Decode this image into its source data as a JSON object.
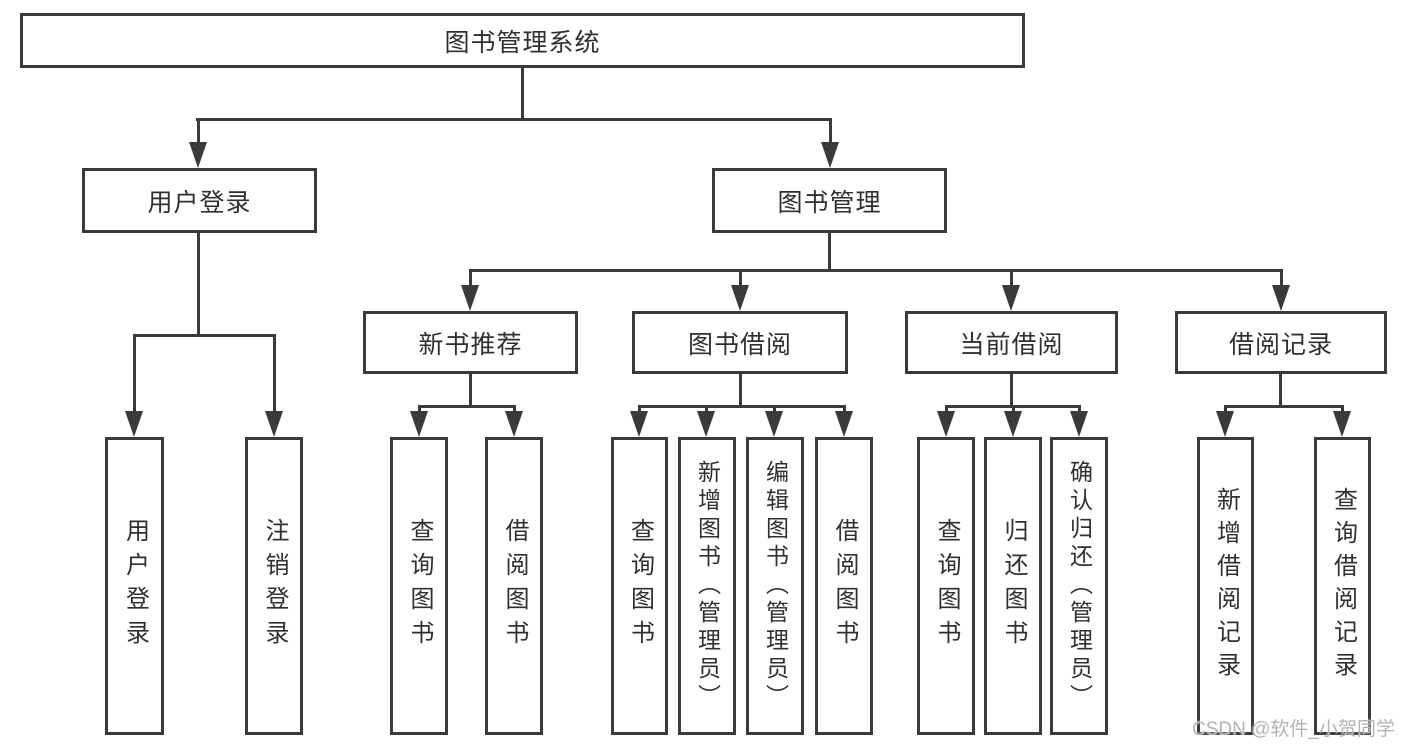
{
  "tree": {
    "root": {
      "label": "图书管理系统"
    },
    "l2": [
      {
        "label": "用户登录",
        "children": [
          {
            "label": "用户登录"
          },
          {
            "label": "注销登录"
          }
        ]
      },
      {
        "label": "图书管理",
        "groups": [
          {
            "label": "新书推荐",
            "children": [
              {
                "label": "查询图书"
              },
              {
                "label": "借阅图书"
              }
            ]
          },
          {
            "label": "图书借阅",
            "children": [
              {
                "label": "查询图书"
              },
              {
                "label": "新增图书（管理员）"
              },
              {
                "label": "编辑图书（管理员）"
              },
              {
                "label": "借阅图书"
              }
            ]
          },
          {
            "label": "当前借阅",
            "children": [
              {
                "label": "查询图书"
              },
              {
                "label": "归还图书"
              },
              {
                "label": "确认归还（管理员）"
              }
            ]
          },
          {
            "label": "借阅记录",
            "children": [
              {
                "label": "新增借阅记录"
              },
              {
                "label": "查询借阅记录"
              }
            ]
          }
        ]
      }
    ]
  },
  "watermark": "CSDN @软件_小贺同学",
  "colors": {
    "line": "#3a3a3a",
    "text": "#303030",
    "watermark": "#b3b3b3",
    "background": "#ffffff"
  }
}
